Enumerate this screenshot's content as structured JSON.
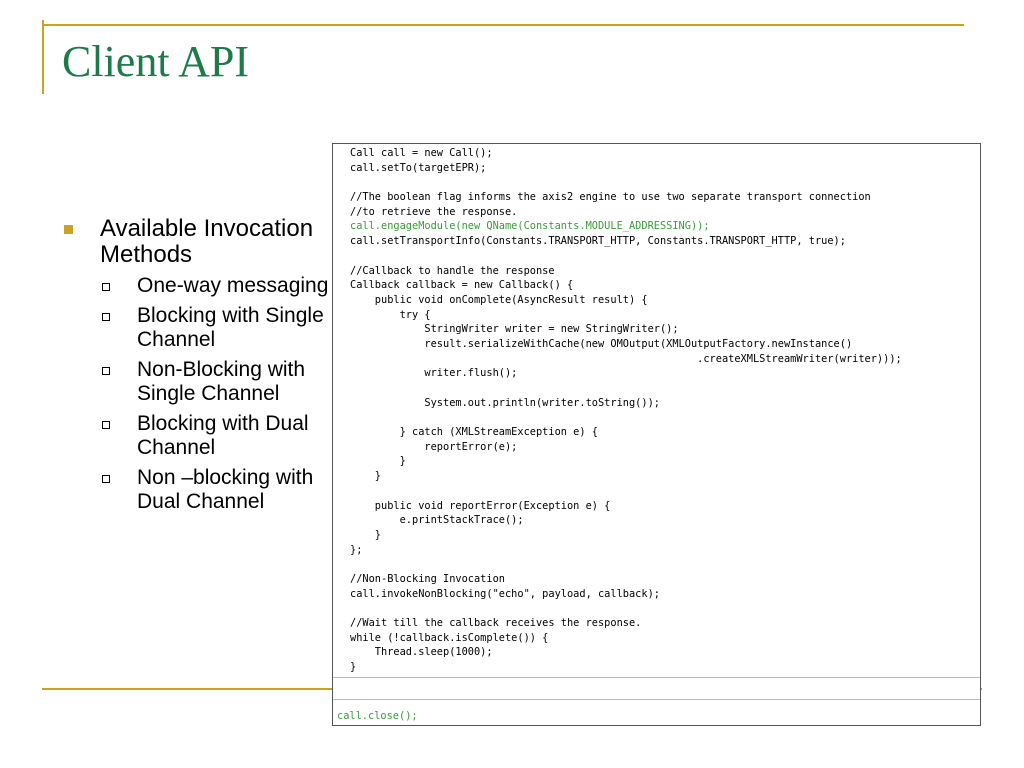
{
  "slide": {
    "title": "Client API",
    "accent_color": "#c9a227",
    "title_color": "#1f7a4a"
  },
  "bullets": {
    "main": "Available Invocation Methods",
    "items": [
      "One-way messaging",
      "Blocking with Single Channel",
      "Non-Blocking with Single Channel",
      "Blocking with Dual Channel",
      "Non –blocking with Dual Channel"
    ]
  },
  "code": {
    "lines": [
      {
        "text": "Call call = new Call();",
        "highlight": false
      },
      {
        "text": "call.setTo(targetEPR);",
        "highlight": false
      },
      {
        "text": "",
        "highlight": false
      },
      {
        "text": "//The boolean flag informs the axis2 engine to use two separate transport connection",
        "highlight": false
      },
      {
        "text": "//to retrieve the response.",
        "highlight": false
      },
      {
        "text": "call.engageModule(new QName(Constants.MODULE_ADDRESSING));",
        "highlight": true
      },
      {
        "text": "call.setTransportInfo(Constants.TRANSPORT_HTTP, Constants.TRANSPORT_HTTP, true);",
        "highlight": false
      },
      {
        "text": "",
        "highlight": false
      },
      {
        "text": "//Callback to handle the response",
        "highlight": false
      },
      {
        "text": "Callback callback = new Callback() {",
        "highlight": false
      },
      {
        "text": "    public void onComplete(AsyncResult result) {",
        "highlight": false
      },
      {
        "text": "        try {",
        "highlight": false
      },
      {
        "text": "            StringWriter writer = new StringWriter();",
        "highlight": false
      },
      {
        "text": "            result.serializeWithCache(new OMOutput(XMLOutputFactory.newInstance()",
        "highlight": false
      },
      {
        "text": "                                                        .createXMLStreamWriter(writer)));",
        "highlight": false
      },
      {
        "text": "            writer.flush();",
        "highlight": false
      },
      {
        "text": "",
        "highlight": false
      },
      {
        "text": "            System.out.println(writer.toString());",
        "highlight": false
      },
      {
        "text": "",
        "highlight": false
      },
      {
        "text": "        } catch (XMLStreamException e) {",
        "highlight": false
      },
      {
        "text": "            reportError(e);",
        "highlight": false
      },
      {
        "text": "        }",
        "highlight": false
      },
      {
        "text": "    }",
        "highlight": false
      },
      {
        "text": "",
        "highlight": false
      },
      {
        "text": "    public void reportError(Exception e) {",
        "highlight": false
      },
      {
        "text": "        e.printStackTrace();",
        "highlight": false
      },
      {
        "text": "    }",
        "highlight": false
      },
      {
        "text": "};",
        "highlight": false
      },
      {
        "text": "",
        "highlight": false
      },
      {
        "text": "//Non-Blocking Invocation",
        "highlight": false
      },
      {
        "text": "call.invokeNonBlocking(\"echo\", payload, callback);",
        "highlight": false
      },
      {
        "text": "",
        "highlight": false
      },
      {
        "text": "//Wait till the callback receives the response.",
        "highlight": false
      },
      {
        "text": "while (!callback.isComplete()) {",
        "highlight": false
      },
      {
        "text": "    Thread.sleep(1000);",
        "highlight": false
      },
      {
        "text": "}",
        "highlight": false
      }
    ],
    "footer": "call.close();"
  }
}
